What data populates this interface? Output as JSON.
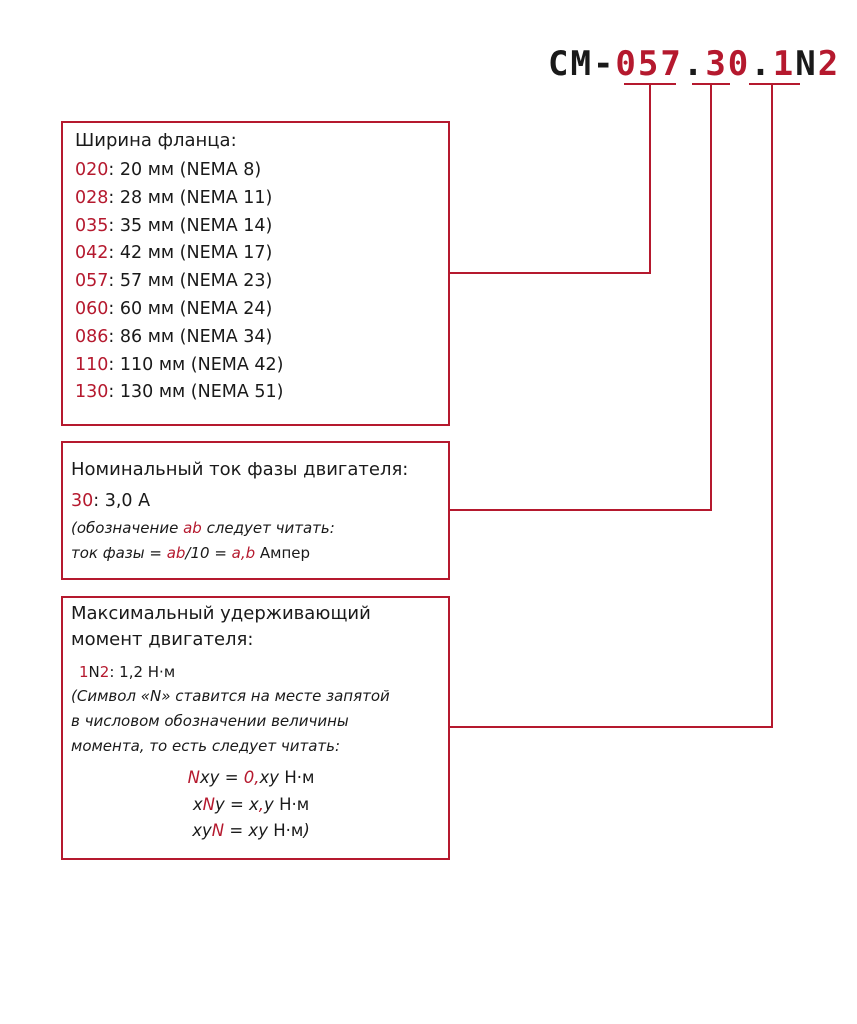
{
  "code": {
    "prefix": "CM-",
    "flange": "057",
    "dot1": ".",
    "current": "30",
    "dot2": ".",
    "torque_a": "1",
    "torque_n": "N",
    "torque_b": "2"
  },
  "flange_box": {
    "title": "Ширина фланца:",
    "items": [
      {
        "code": "020",
        "desc": ": 20 мм (NEMA 8)"
      },
      {
        "code": "028",
        "desc": ": 28 мм (NEMA 11)"
      },
      {
        "code": "035",
        "desc": ": 35 мм (NEMA 14)"
      },
      {
        "code": "042",
        "desc": ": 42 мм (NEMA 17)"
      },
      {
        "code": "057",
        "desc": ": 57 мм (NEMA 23)"
      },
      {
        "code": "060",
        "desc": ": 60 мм (NEMA 24)"
      },
      {
        "code": "086",
        "desc": ": 86 мм (NEMA 34)"
      },
      {
        "code": "110",
        "desc": ": 110 мм (NEMA 42)"
      },
      {
        "code": "130",
        "desc": ": 130 мм (NEMA 51)"
      }
    ]
  },
  "current_box": {
    "title": "Номинальный ток фазы двигателя:",
    "example_code": "30",
    "example_desc": ": 3,0 А",
    "note1_a": "(обозначение ",
    "note1_red": "ab",
    "note1_b": " следует читать:",
    "note2_a": " ток фазы = ",
    "note2_red1": "ab",
    "note2_b": "/10 = ",
    "note2_red2": "a,b",
    "note2_c": " Ампер"
  },
  "torque_box": {
    "title_line1": "Максимальный удерживающий",
    "title_line2": "момент двигателя:",
    "example_a": "1",
    "example_n": "N",
    "example_b": "2",
    "example_desc": ": 1,2 Н·м",
    "note_lines": [
      "(Символ «N» ставится на месте запятой",
      "в числовом обозначении величины",
      "момента, то есть следует читать:"
    ],
    "f1_n": "N",
    "f1_a": "xy = ",
    "f1_red": "0,",
    "f1_b": "xy ",
    "f1_unit": "Н·м",
    "f2_a": "x",
    "f2_n": "N",
    "f2_b": "y = x",
    "f2_red": ",",
    "f2_c": "y ",
    "f2_unit": "Н·м",
    "f3_a": "xy",
    "f3_n": "N",
    "f3_b": " = xy ",
    "f3_unit": "Н·м",
    "f3_close": ")"
  },
  "colors": {
    "accent": "#b5192e",
    "text": "#1a1a1a",
    "background": "#ffffff"
  }
}
